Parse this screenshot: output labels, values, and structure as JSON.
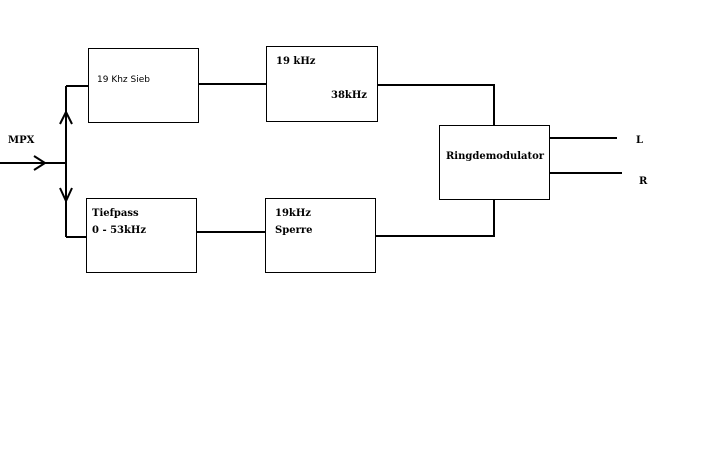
{
  "input_label": "MPX",
  "blocks": {
    "sieb": {
      "line1": "19 Khz Sieb"
    },
    "converter": {
      "top": "19 kHz",
      "bottom": "38kHz"
    },
    "tiefpass": {
      "line1": "Tiefpass",
      "line2": "0 - 53kHz"
    },
    "sperre": {
      "line1": "19kHz",
      "line2": "Sperre"
    },
    "ringdemod": {
      "line1": "Ringdemodulator"
    }
  },
  "outputs": {
    "left": "L",
    "right": "R"
  }
}
